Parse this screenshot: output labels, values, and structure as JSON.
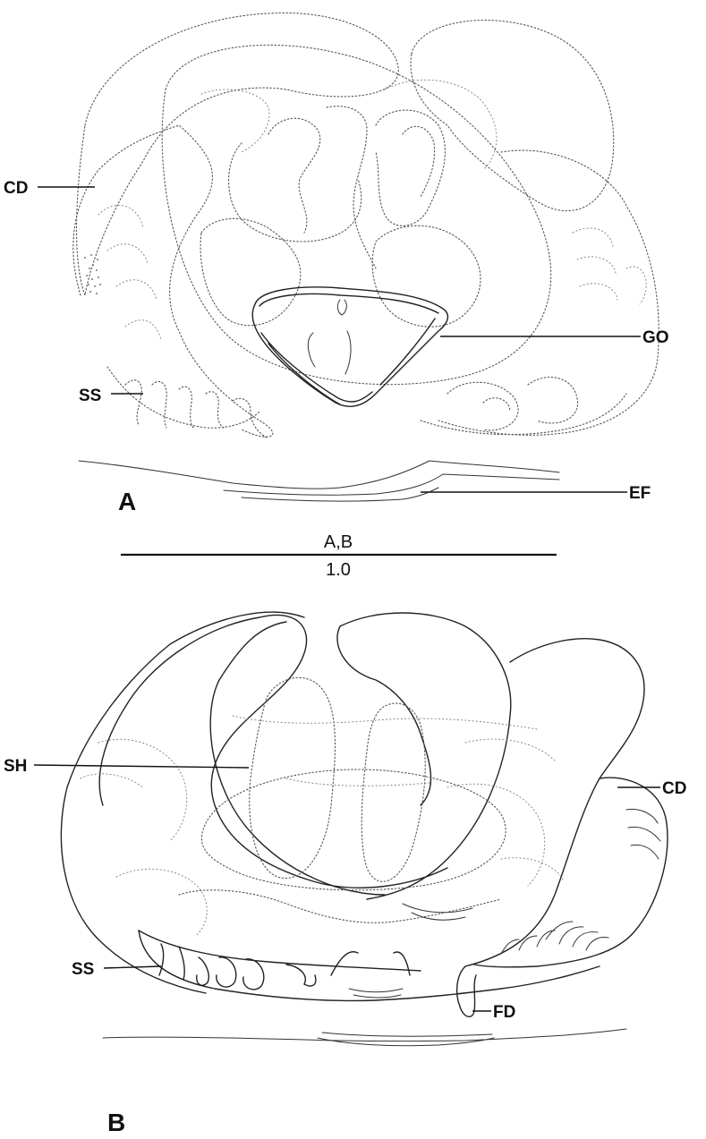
{
  "figure": {
    "panel_a": {
      "letter": "A",
      "labels": {
        "cd": "CD",
        "ss": "SS",
        "go": "GO",
        "ef": "EF"
      }
    },
    "scale_bar": {
      "label_top": "A,B",
      "label_bottom": "1.0"
    },
    "panel_b": {
      "letter": "B",
      "labels": {
        "sh": "SH",
        "cd": "CD",
        "ss": "SS",
        "fd": "FD"
      }
    }
  }
}
